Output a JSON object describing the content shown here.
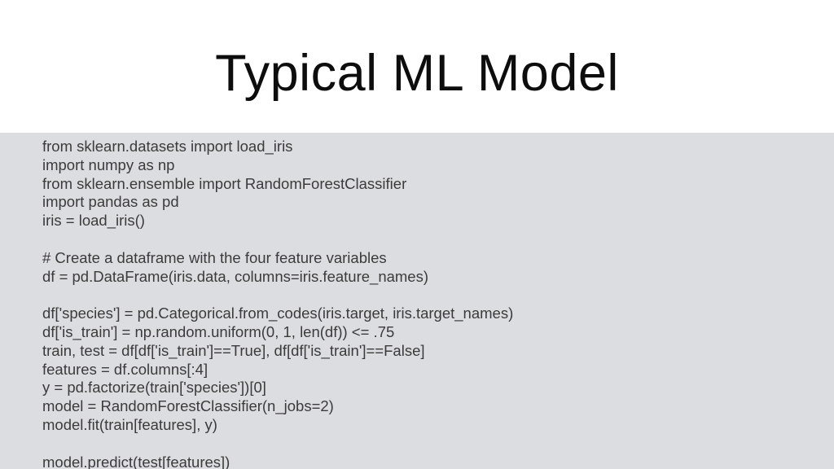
{
  "slide": {
    "title": "Typical ML Model"
  },
  "code": {
    "language": "python",
    "lines": [
      "from sklearn.datasets import load_iris",
      "import numpy as np",
      "from sklearn.ensemble import RandomForestClassifier",
      "import pandas as pd",
      "iris = load_iris()",
      "",
      "# Create a dataframe with the four feature variables",
      "df = pd.DataFrame(iris.data, columns=iris.feature_names)",
      "",
      "df['species'] = pd.Categorical.from_codes(iris.target, iris.target_names)",
      "df['is_train'] = np.random.uniform(0, 1, len(df)) <= .75",
      "train, test = df[df['is_train']==True], df[df['is_train']==False]",
      "features = df.columns[:4]",
      "y = pd.factorize(train['species'])[0]",
      "model = RandomForestClassifier(n_jobs=2)",
      "model.fit(train[features], y)",
      "",
      "model.predict(test[features])"
    ]
  },
  "colors": {
    "page-bg": "#ffffff",
    "title-color": "#0d0d0d",
    "code-bg": "#dcdde0",
    "code-text": "#3b3b3b"
  }
}
